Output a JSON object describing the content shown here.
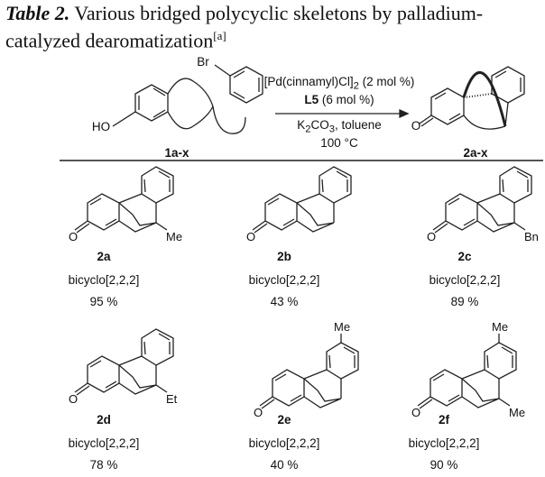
{
  "title": {
    "label": "Table 2.",
    "text": " Various bridged polycyclic skeletons by palladium-catalyzed dearomatization",
    "footnote": "[a]"
  },
  "scheme": {
    "reactant": {
      "label": "1a-x",
      "ho": "HO",
      "br": "Br"
    },
    "product": {
      "label": "2a-x",
      "o": "O"
    },
    "conditions": {
      "catalyst": "[Pd(cinnamyl)Cl]",
      "catalyst_sub": "2",
      "catalyst_load": " (2 mol %)",
      "ligand": "L5",
      "ligand_load": " (6 mol %)",
      "base_a": "K",
      "base_sub1": "2",
      "base_b": "CO",
      "base_sub2": "3",
      "base_c": ", toluene",
      "temp": "100 °C"
    }
  },
  "compounds": [
    {
      "id": "2a",
      "skeleton": "bicyclo[2,2,2]",
      "yield": "95 %",
      "bridge_sub": "Me",
      "aryl_sub": ""
    },
    {
      "id": "2b",
      "skeleton": "bicyclo[2,2,2]",
      "yield": "43 %",
      "bridge_sub": "",
      "aryl_sub": ""
    },
    {
      "id": "2c",
      "skeleton": "bicyclo[2,2,2]",
      "yield": "89 %",
      "bridge_sub": "Bn",
      "aryl_sub": ""
    },
    {
      "id": "2d",
      "skeleton": "bicyclo[2,2,2]",
      "yield": "78 %",
      "bridge_sub": "Et",
      "aryl_sub": ""
    },
    {
      "id": "2e",
      "skeleton": "bicyclo[2,2,2]",
      "yield": "40 %",
      "bridge_sub": "",
      "aryl_sub": "Me"
    },
    {
      "id": "2f",
      "skeleton": "bicyclo[2,2,2]",
      "yield": "90 %",
      "bridge_sub": "Me",
      "aryl_sub": "Me"
    }
  ],
  "atom_o": "O"
}
